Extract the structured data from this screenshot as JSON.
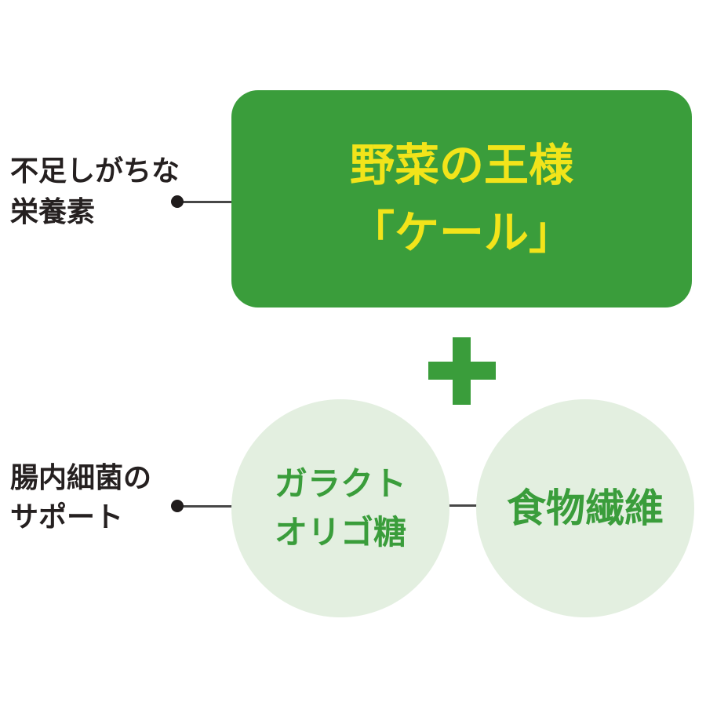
{
  "colors": {
    "box_green": "#3a9d3b",
    "box_text_yellow": "#f2e41a",
    "circle_pale_green": "#e3efe0",
    "circle_text_green": "#3a9d3b",
    "label_text_dark": "#252020",
    "connector_dark": "#474747",
    "background": "#ffffff"
  },
  "top_group": {
    "label": {
      "line1": "不足しがちな",
      "line2": "栄養素"
    },
    "box": {
      "line1": "野菜の王様",
      "line2": "「ケール」"
    }
  },
  "plus_icon": {
    "glyph": "+"
  },
  "bottom_group": {
    "label": {
      "line1": "腸内細菌の",
      "line2": "サポート"
    },
    "circle_left": {
      "line1": "ガラクト",
      "line2": "オリゴ糖"
    },
    "circle_right": {
      "line1": "食物繊維"
    }
  }
}
